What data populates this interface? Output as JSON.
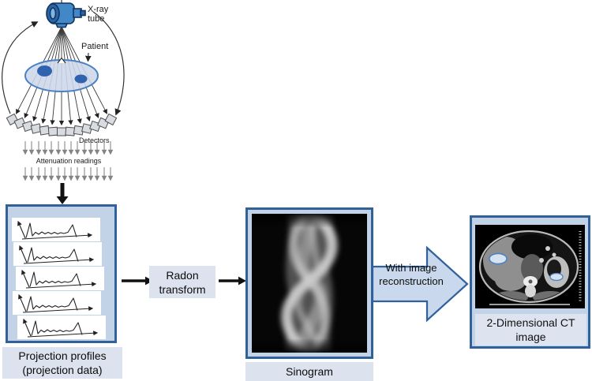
{
  "diagram": {
    "scanner": {
      "xray_tube_label": "X-ray tube",
      "patient_label": "Patient",
      "detectors_label": "Detectors",
      "attenuation_label": "Attenuation readings"
    },
    "projection": {
      "caption_line1": "Projection profiles",
      "caption_line2": "(projection data)",
      "profile_count": 5
    },
    "radon_box": {
      "line1": "Radon",
      "line2": "transform"
    },
    "sinogram": {
      "caption": "Sinogram"
    },
    "recon_arrow": {
      "line1": "With image",
      "line2": "reconstruction"
    },
    "ct": {
      "caption_line1": "2-Dimensional CT",
      "caption_line2": "image"
    }
  },
  "colors": {
    "box_border": "#30619b",
    "box_fill": "#c2d2e7",
    "caption_fill": "#dce2ee",
    "block_arrow_fill": "#c9d8ec",
    "patient_body": "#ccd7e9",
    "lesion_blue": "#2f63b0",
    "tube_blue": "#4288c8"
  }
}
